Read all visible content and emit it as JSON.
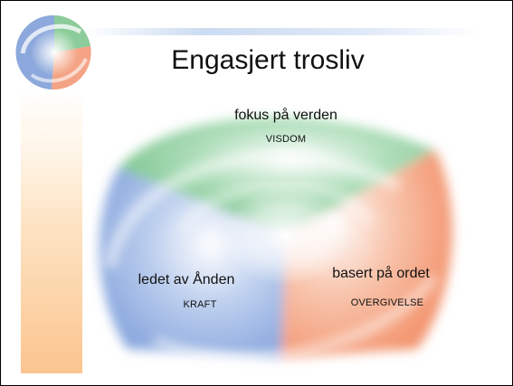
{
  "slide": {
    "title": "Engasjert trosliv",
    "sections": {
      "top": {
        "label": "fokus på verden",
        "sub": "VISDOM"
      },
      "left": {
        "label": "ledet av Ånden",
        "sub": "KRAFT"
      },
      "right": {
        "label": "basert på ordet",
        "sub": "OVERGIVELSE"
      }
    }
  },
  "colors": {
    "green": "#5fb878",
    "blue": "#6f93d6",
    "orange": "#f2875c",
    "side_bar": "#fbc58f"
  },
  "icons": {
    "logo": "tri-color-swirl-logo"
  }
}
